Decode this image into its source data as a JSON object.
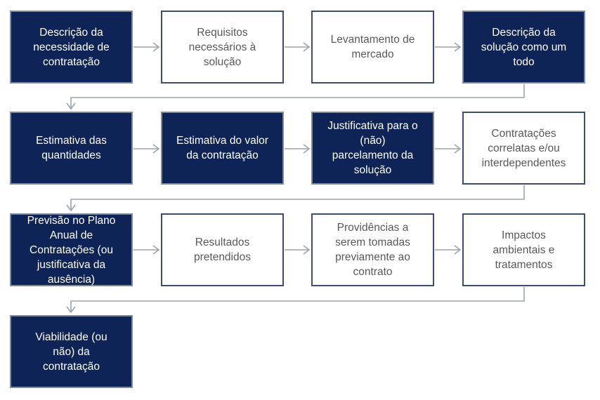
{
  "diagram": {
    "steps": [
      {
        "label": "Descrição da\nnecessidade de\ncontratação",
        "style": "dark"
      },
      {
        "label": "Requisitos\nnecessários à\nsolução",
        "style": "light"
      },
      {
        "label": "Levantamento de\nmercado",
        "style": "light"
      },
      {
        "label": "Descrição da\nsolução como um\ntodo",
        "style": "dark"
      },
      {
        "label": "Estimativa das\nquantidades",
        "style": "dark"
      },
      {
        "label": "Estimativa do valor\nda contratação",
        "style": "dark"
      },
      {
        "label": "Justificativa para o\n(não)\nparcelamento da\nsolução",
        "style": "dark"
      },
      {
        "label": "Contratações\ncorrelatas e/ou\ninterdependentes",
        "style": "light"
      },
      {
        "label": "Previsão no Plano\nAnual de\nContratações (ou\njustificativa da\nausência)",
        "style": "dark"
      },
      {
        "label": "Resultados\npretendidos",
        "style": "light"
      },
      {
        "label": "Providências a\nserem tomadas\npreviamente ao\ncontrato",
        "style": "light"
      },
      {
        "label": "Impactos\nambientais e\ntratamentos",
        "style": "light"
      },
      {
        "label": "Viabilidade (ou\nnão) da\ncontratação",
        "style": "dark"
      }
    ],
    "colors": {
      "dark_fill": "#0e2456",
      "dark_text": "#ffffff",
      "light_fill": "#ffffff",
      "light_text": "#595959",
      "light_border": "#3c4e6e",
      "connector": "#9aa3b0"
    }
  }
}
